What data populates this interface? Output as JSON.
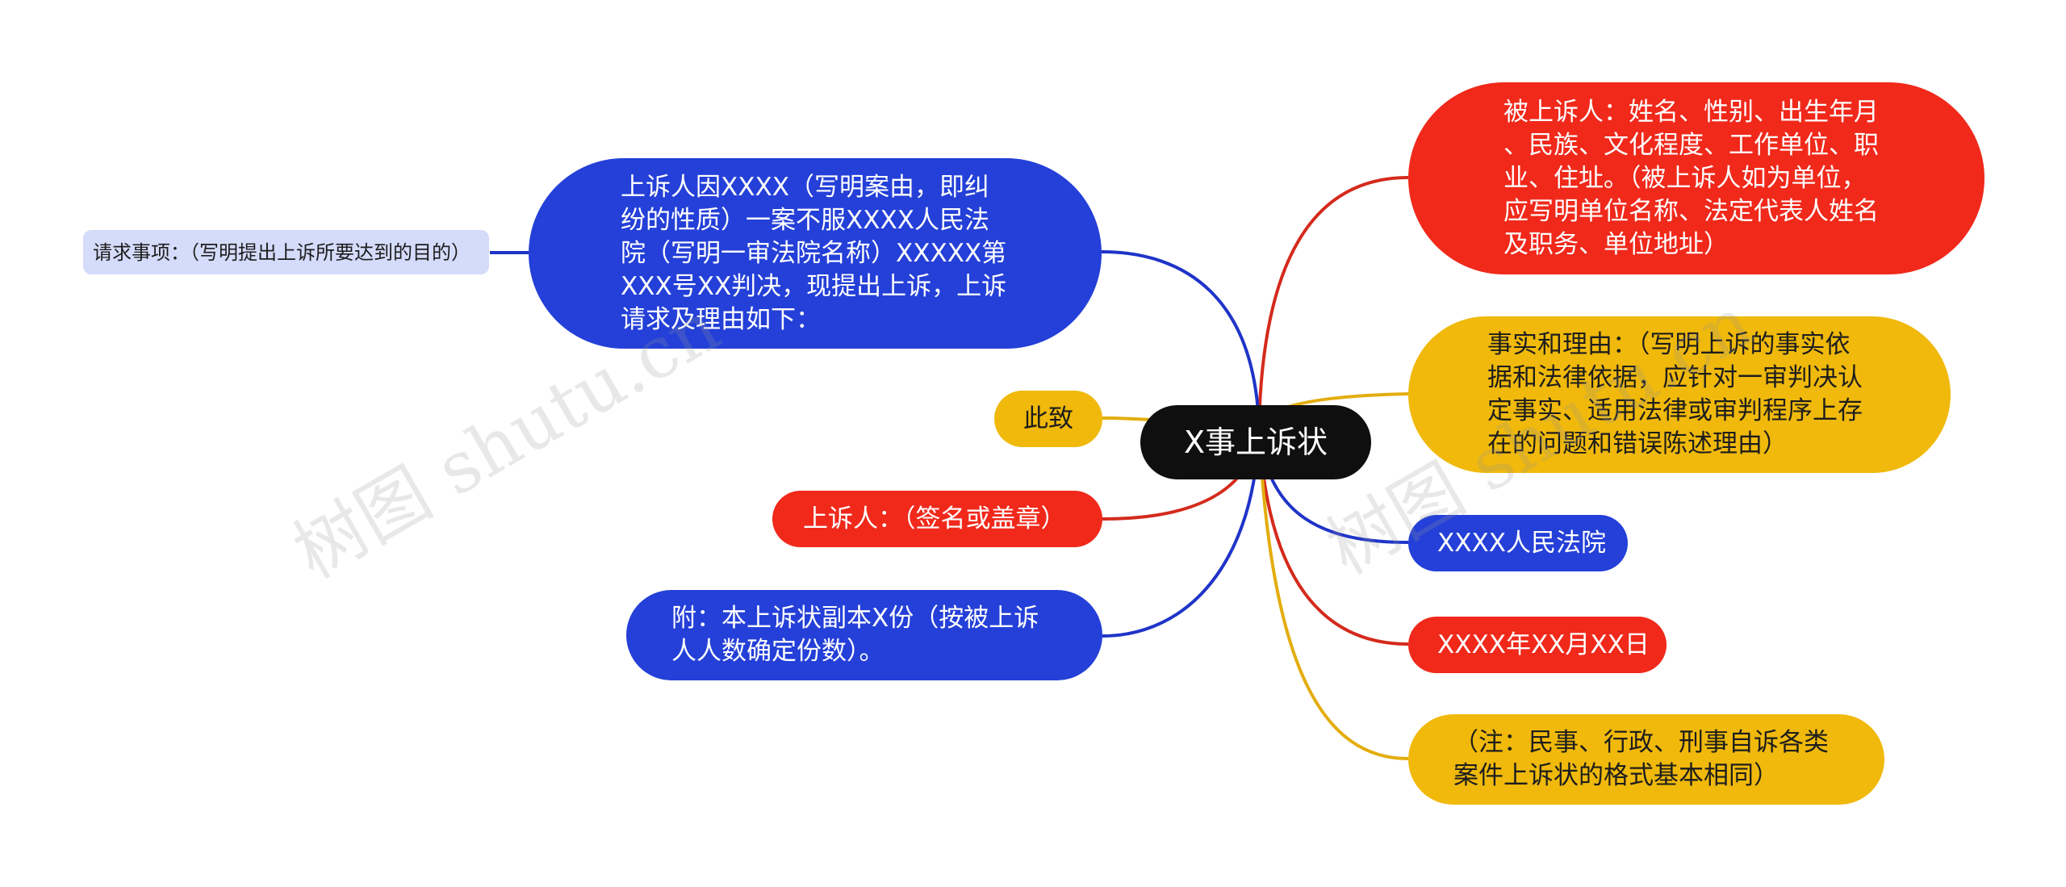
{
  "center": {
    "label": "X事上诉状"
  },
  "right": {
    "appellee": "被上诉人：姓名、性别、出生年月\n、民族、文化程度、工作单位、职\n业、住址。（被上诉人如为单位，\n应写明单位名称、法定代表人姓名\n及职务、单位地址）",
    "facts": "事实和理由：（写明上诉的事实依\n据和法律依据，应针对一审判决认\n定事实、适用法律或审判程序上存\n在的问题和错误陈述理由）",
    "court": "XXXX人民法院",
    "date": "XXXX年XX月XX日",
    "note": "（注：民事、行政、刑事自诉各类\n案件上诉状的格式基本相同）"
  },
  "left": {
    "main": "上诉人因XXXX（写明案由，即纠\n纷的性质）一案不服XXXX人民法\n院（写明一审法院名称）XXXXX第\nXXX号XX判决，现提出上诉，上诉\n请求及理由如下：",
    "request": "请求事项：（写明提出上诉所要达到的目的）",
    "greeting": "此致",
    "signer": "上诉人：（签名或盖章）",
    "attachment": "附：本上诉状副本X份（按被上诉\n人人数确定份数）。"
  },
  "watermarks": [
    "树图 shutu.cn",
    "树图 shutu.cn"
  ],
  "colors": {
    "blue": "#2440d8",
    "red": "#f0291b",
    "yellow": "#f0b90b",
    "dark": "#0f0f0f",
    "lavender": "#d5dbfa"
  }
}
